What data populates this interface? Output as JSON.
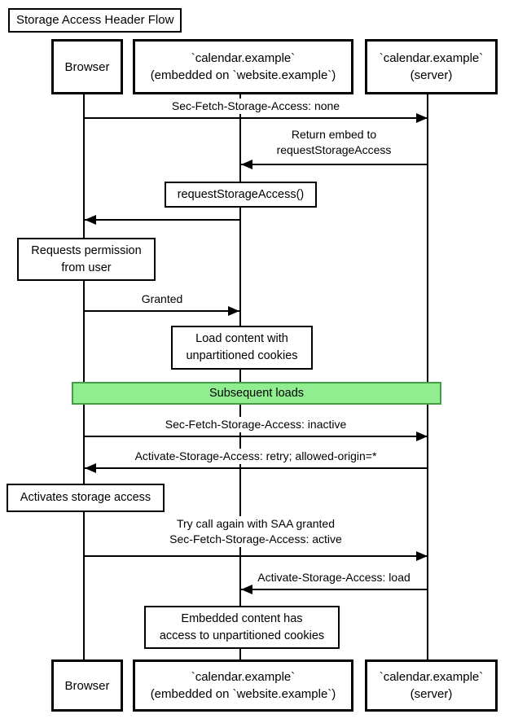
{
  "title": "Storage Access Header Flow",
  "actors": {
    "browser": "Browser",
    "embed": "`calendar.example`\n(embedded on `website.example`)",
    "server": "`calendar.example`\n(server)"
  },
  "messages": {
    "sfsa_none": "Sec-Fetch-Storage-Access: none",
    "return_embed": "Return embed to\nrequestStorageAccess",
    "granted": "Granted",
    "sfsa_inactive": "Sec-Fetch-Storage-Access: inactive",
    "asa_retry": "Activate-Storage-Access: retry; allowed-origin=*",
    "try_again": "Try call again with SAA granted\nSec-Fetch-Storage-Access: active",
    "asa_load": "Activate-Storage-Access: load"
  },
  "notes": {
    "request_storage_access": "requestStorageAccess()",
    "requests_permission": "Requests permission\nfrom user",
    "load_content": "Load content with\nunpartitioned cookies",
    "activates_storage": "Activates storage access",
    "embedded_access": "Embedded content has\naccess to unpartitioned cookies"
  },
  "band": {
    "label": "Subsequent loads",
    "fill": "#90ee90",
    "border": "#419e41"
  },
  "colors": {
    "line": "#000000",
    "background": "#ffffff",
    "text": "#000000"
  }
}
